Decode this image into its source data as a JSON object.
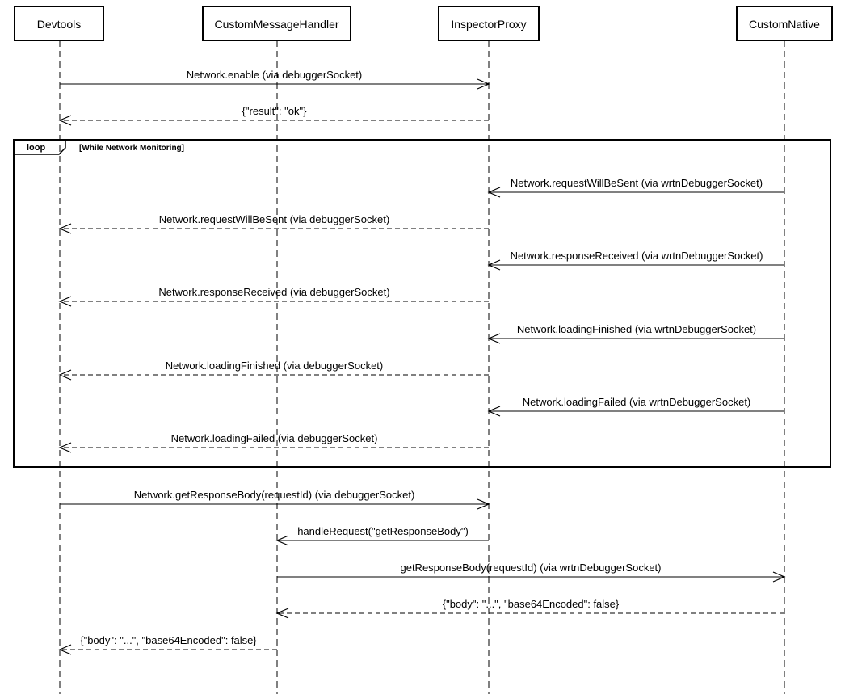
{
  "actors": [
    "Devtools",
    "CustomMessageHandler",
    "InspectorProxy",
    "CustomNative"
  ],
  "loop": {
    "tag": "loop",
    "guard": "[While Network Monitoring]"
  },
  "messages": [
    {
      "from": 0,
      "to": 2,
      "label": "Network.enable (via debuggerSocket)",
      "style": "solid"
    },
    {
      "from": 2,
      "to": 0,
      "label": "{\"result\": \"ok\"}",
      "style": "dashed"
    },
    {
      "from": 3,
      "to": 2,
      "label": "Network.requestWillBeSent (via wrtnDebuggerSocket)",
      "style": "solid"
    },
    {
      "from": 2,
      "to": 0,
      "label": "Network.requestWillBeSent (via debuggerSocket)",
      "style": "dashed"
    },
    {
      "from": 3,
      "to": 2,
      "label": "Network.responseReceived (via wrtnDebuggerSocket)",
      "style": "solid"
    },
    {
      "from": 2,
      "to": 0,
      "label": "Network.responseReceived (via debuggerSocket)",
      "style": "dashed"
    },
    {
      "from": 3,
      "to": 2,
      "label": "Network.loadingFinished (via wrtnDebuggerSocket)",
      "style": "solid"
    },
    {
      "from": 2,
      "to": 0,
      "label": "Network.loadingFinished (via debuggerSocket)",
      "style": "dashed"
    },
    {
      "from": 3,
      "to": 2,
      "label": "Network.loadingFailed (via wrtnDebuggerSocket)",
      "style": "solid"
    },
    {
      "from": 2,
      "to": 0,
      "label": "Network.loadingFailed (via debuggerSocket)",
      "style": "dashed"
    },
    {
      "from": 0,
      "to": 2,
      "label": "Network.getResponseBody(requestId) (via debuggerSocket)",
      "style": "solid"
    },
    {
      "from": 2,
      "to": 1,
      "label": "handleRequest(\"getResponseBody\")",
      "style": "solid"
    },
    {
      "from": 1,
      "to": 3,
      "label": "getResponseBody(requestId) (via wrtnDebuggerSocket)",
      "style": "solid"
    },
    {
      "from": 3,
      "to": 1,
      "label": "{\"body\": \"...\", \"base64Encoded\": false}",
      "style": "dashed"
    },
    {
      "from": 1,
      "to": 0,
      "label": "{\"body\": \"...\", \"base64Encoded\": false}",
      "style": "dashed"
    }
  ]
}
